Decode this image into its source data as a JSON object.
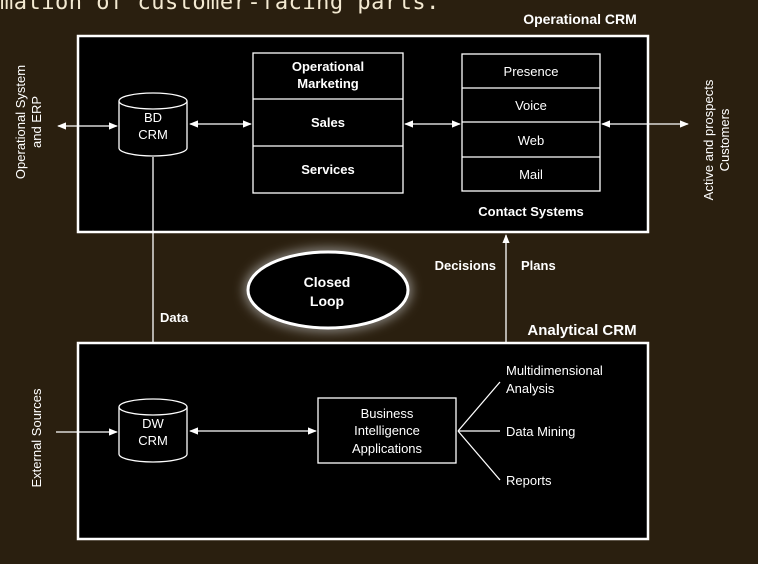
{
  "caption_top": "mation of customer-facing parts.",
  "caption_bottom": "",
  "operational": {
    "title": "Operational CRM",
    "db_line1": "BD",
    "db_line2": "CRM",
    "functions": [
      "Operational",
      "Marketing",
      "Sales",
      "Services"
    ],
    "channels": [
      "Presence",
      "Voice",
      "Web",
      "Mail"
    ],
    "channels_title": "Contact Systems"
  },
  "left_label_line1": "Operational System",
  "left_label_line2": "and ERP",
  "right_label_line1": "Active and prospects",
  "right_label_line2": "Customers",
  "middle": {
    "loop_line1": "Closed",
    "loop_line2": "Loop",
    "data_label": "Data",
    "decisions_label": "Decisions",
    "plans_label": "Plans"
  },
  "analytical": {
    "title": "Analytical CRM",
    "db_line1": "DW",
    "db_line2": "CRM",
    "bi_line1": "Business",
    "bi_line2": "Intelligence",
    "bi_line3": "Applications",
    "outputs": [
      "Multidimensional",
      "Analysis",
      "Data Mining",
      "Reports"
    ],
    "external_label": "External Sources"
  }
}
